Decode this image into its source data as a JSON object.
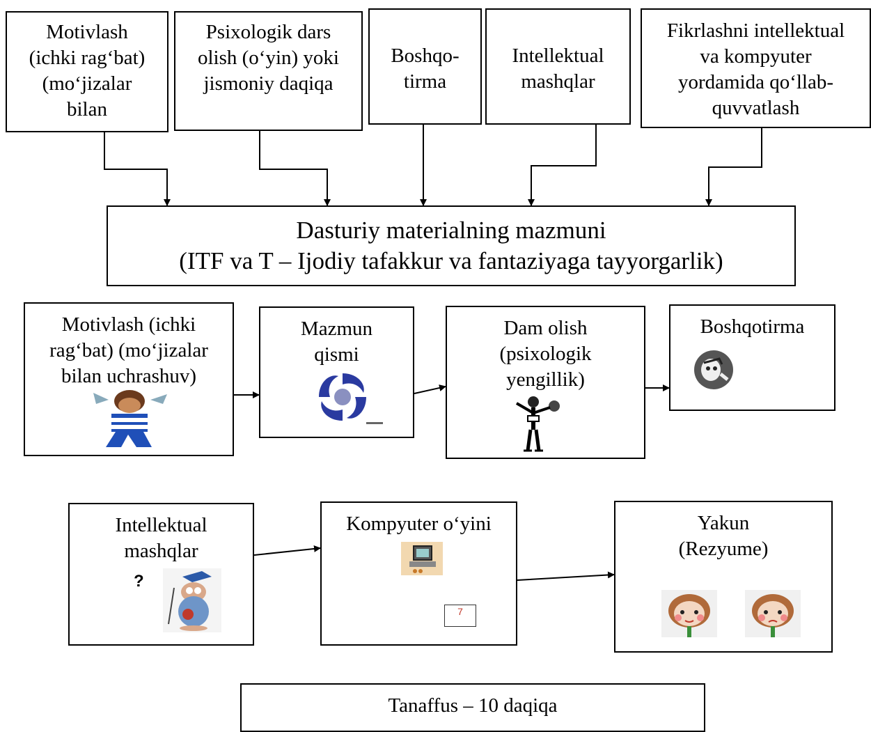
{
  "top_boxes": [
    {
      "lines": [
        "Motivlash",
        "(ichki rag‘bat)",
        "(mo‘jizalar",
        "bilan"
      ]
    },
    {
      "lines": [
        "Psixologik dars",
        "olish (o‘yin) yoki",
        "jismoniy daqiqa"
      ]
    },
    {
      "lines": [
        "Boshqo-",
        "tirma"
      ]
    },
    {
      "lines": [
        "Intellektual",
        "mashqlar"
      ]
    },
    {
      "lines": [
        "Fikrlashni intellektual",
        "va kompyuter",
        "yordamida qo‘llab-",
        "quvvatlash"
      ]
    }
  ],
  "main_box": {
    "line1": "Dasturiy materialning mazmuni",
    "line2": "(ITF va T – Ijodiy tafakkur va fantaziyaga   tayyorgarlik)"
  },
  "row2": [
    {
      "lines": [
        "Motivlash (ichki",
        "rag‘bat) (mo‘jizalar",
        "bilan uchrashuv)"
      ]
    },
    {
      "lines": [
        "Mazmun",
        "qismi"
      ]
    },
    {
      "lines": [
        "Dam olish",
        "(psixologik",
        "yengillik)"
      ]
    },
    {
      "lines": [
        "Boshqotirma"
      ]
    }
  ],
  "row3": [
    {
      "lines": [
        "Intellektual",
        "mashqlar"
      ],
      "mark": "?"
    },
    {
      "lines": [
        "Kompyuter o‘yini"
      ],
      "mark": "7"
    },
    {
      "lines": [
        "Yakun",
        "(Rezyume)"
      ]
    }
  ],
  "break_box": {
    "label": "Tanaffus – 10 daqiqa"
  }
}
